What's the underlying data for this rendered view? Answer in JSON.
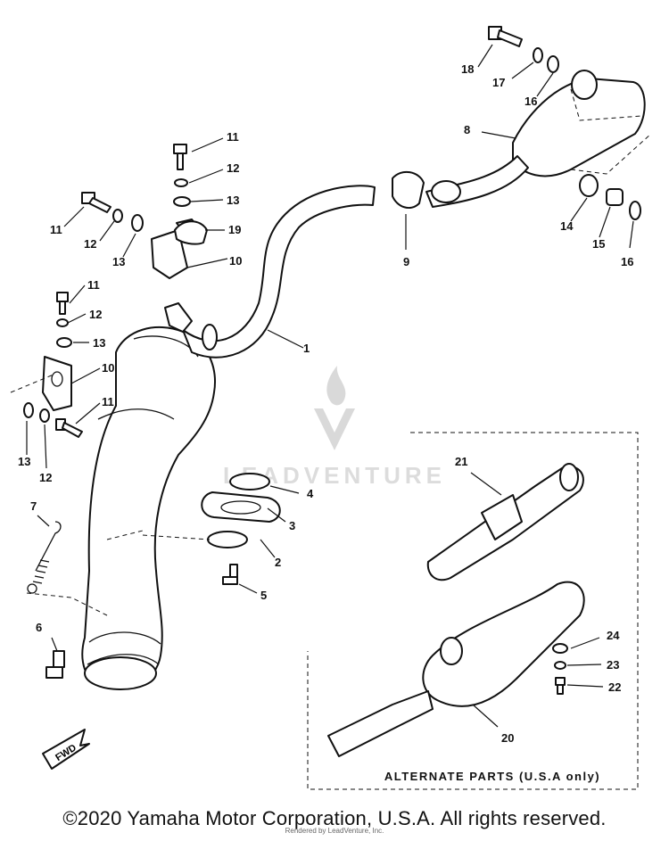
{
  "diagram": {
    "alternate_box_caption": "ALTERNATE PARTS (U.S.A only)",
    "fwd_label": "FWD",
    "watermark": "LEADVENTURE",
    "callouts": {
      "c1": "1",
      "c2": "2",
      "c3": "3",
      "c4": "4",
      "c5": "5",
      "c6": "6",
      "c7": "7",
      "c8": "8",
      "c9": "9",
      "c10a": "10",
      "c10b": "10",
      "c11a": "11",
      "c11b": "11",
      "c11c": "11",
      "c11d": "11",
      "c12a": "12",
      "c12b": "12",
      "c12c": "12",
      "c12d": "12",
      "c13a": "13",
      "c13b": "13",
      "c13c": "13",
      "c13d": "13",
      "c14": "14",
      "c15": "15",
      "c16a": "16",
      "c16b": "16",
      "c17": "17",
      "c18": "18",
      "c19": "19",
      "c20": "20",
      "c21": "21",
      "c22": "22",
      "c23": "23",
      "c24": "24"
    }
  },
  "footer": {
    "copyright": "©2020 Yamaha Motor Corporation, U.S.A. All rights reserved.",
    "rendered_by": "Rendered by LeadVenture, Inc."
  }
}
